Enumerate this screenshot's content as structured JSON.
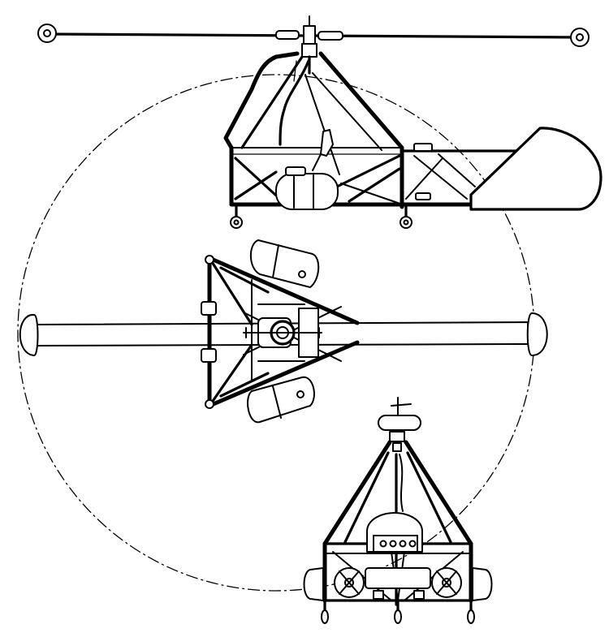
{
  "drawing": {
    "ink_color": "#000000",
    "paper_color": "#ffffff"
  },
  "views": [
    {
      "id": "side-view",
      "kind": "side elevation"
    },
    {
      "id": "top-view",
      "kind": "plan"
    },
    {
      "id": "front-view",
      "kind": "front elevation"
    }
  ],
  "rotor_disc": {
    "style": "dash-dot"
  }
}
